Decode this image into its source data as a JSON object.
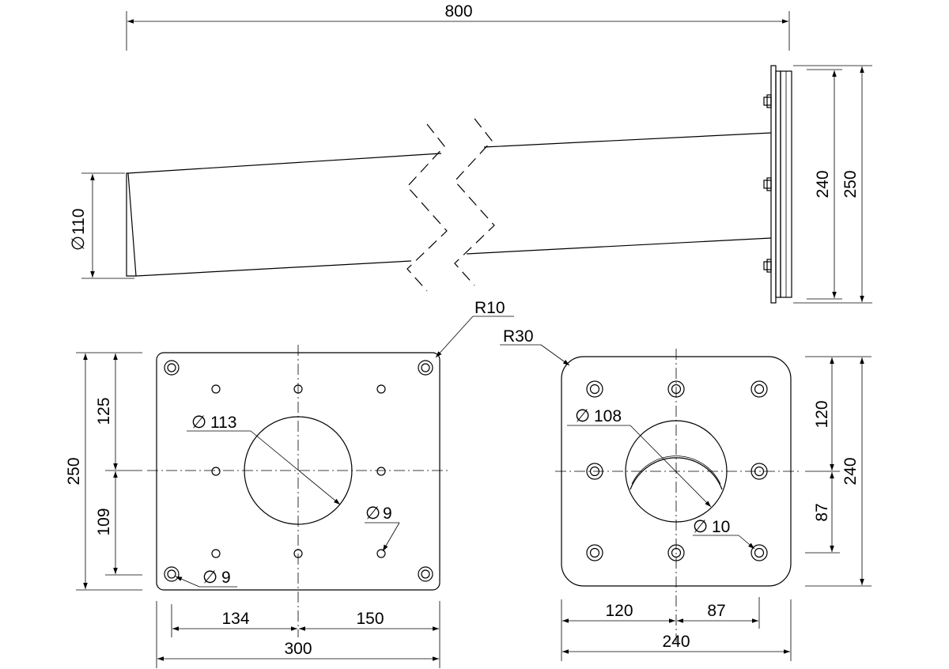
{
  "dimensions": {
    "pipe_length": "800",
    "pipe_diameter": "110",
    "flange_height_inner": "240",
    "flange_height_outer": "250",
    "plate_left_radius": "R10",
    "plate_right_radius": "R30",
    "plate_left_top": "125",
    "plate_left_bottom": "109",
    "plate_left_height": "250",
    "plate_left_hole_large": "113",
    "plate_left_hole_small_a": "9",
    "plate_left_hole_small_b": "9",
    "plate_left_width_left": "134",
    "plate_left_width_right": "150",
    "plate_left_width_total": "300",
    "plate_right_hole_large": "108",
    "plate_right_hole_small": "10",
    "plate_right_top": "120",
    "plate_right_bottom": "87",
    "plate_right_height": "240",
    "plate_right_width_left": "120",
    "plate_right_width_right": "87",
    "plate_right_width_total": "240"
  },
  "symbols": {
    "diameter": "∅"
  }
}
